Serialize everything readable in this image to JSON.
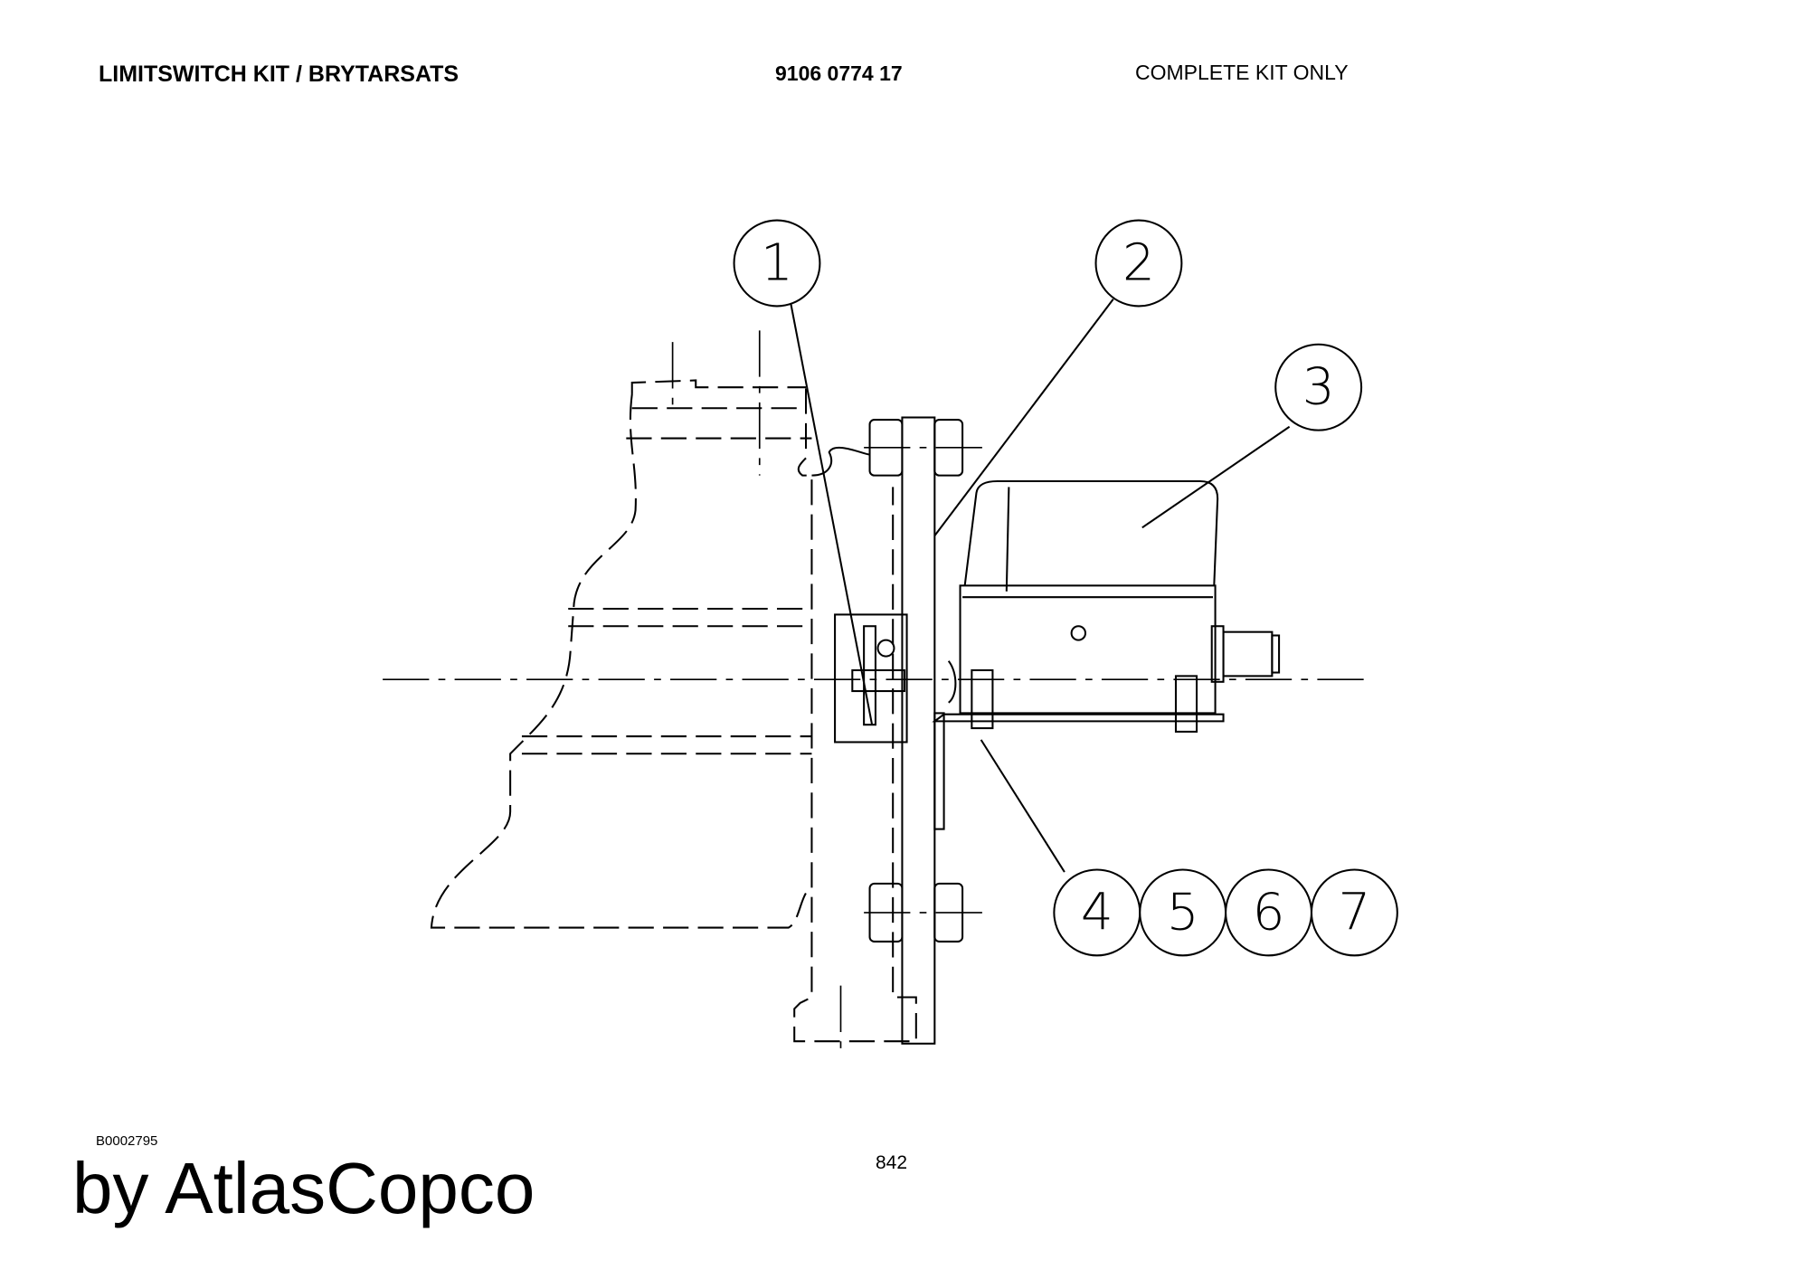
{
  "header": {
    "title": "LIMITSWITCH KIT / BRYTARSATS",
    "part_number": "9106 0774 17",
    "note": "COMPLETE KIT ONLY"
  },
  "diagram": {
    "balloons": [
      "1",
      "2",
      "3",
      "4",
      "5",
      "6",
      "7"
    ]
  },
  "footer": {
    "drawing_id": "B0002795",
    "page_number": "842",
    "brand": "by AtlasCopco"
  }
}
